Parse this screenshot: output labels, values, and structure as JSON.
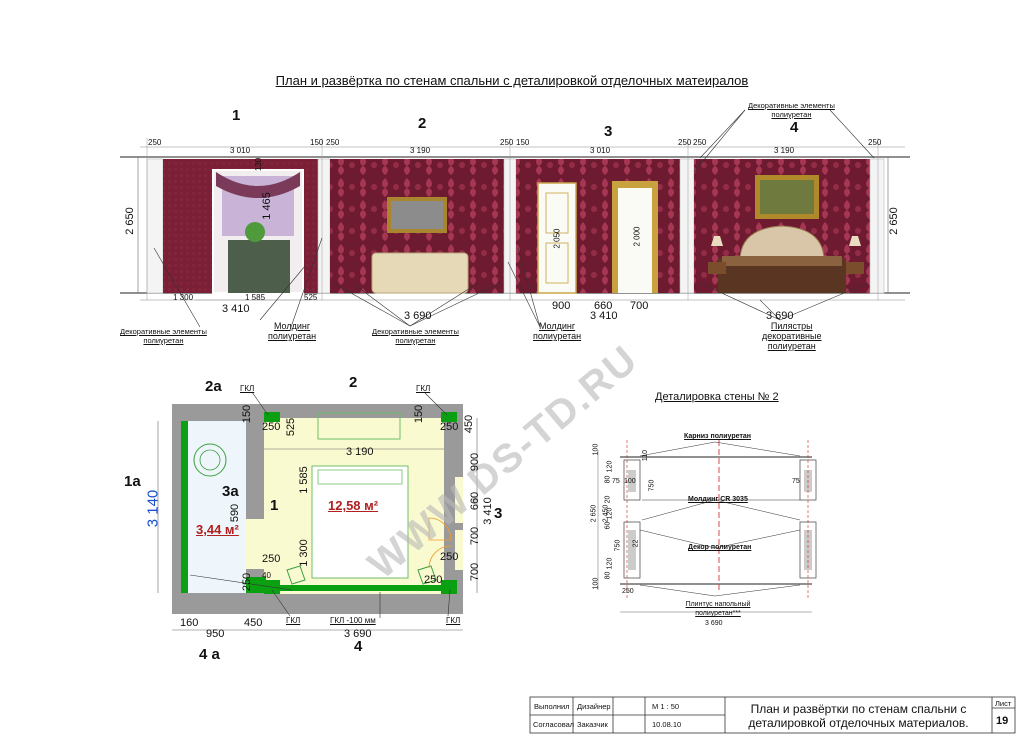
{
  "title": "План и  развёртка по стенам спальни  с  деталировкой отделочных матеиралов",
  "walls": {
    "w1": {
      "num": "1",
      "top_dims": [
        "250",
        "3 010",
        "150"
      ],
      "height_dim": "2 650",
      "window_h": "130",
      "window_dim": "1 465",
      "bottom_dims": [
        "1 300",
        "1 585",
        "525"
      ],
      "bottom_total": "3 410"
    },
    "w2": {
      "num": "2",
      "top_dims": [
        "250",
        "3 190",
        "250"
      ],
      "bottom_total": "3 690"
    },
    "w3": {
      "num": "3",
      "top_dims": [
        "150",
        "3 010",
        "250"
      ],
      "door1": "2 050",
      "door2": "2 000",
      "bottom_dims": [
        "900",
        "660",
        "700"
      ],
      "bottom_total": "3 410"
    },
    "w4": {
      "num": "4",
      "top_dims": [
        "250",
        "3 190",
        "250"
      ],
      "height_dim": "2 650",
      "bottom_total": "3 690"
    }
  },
  "elevation_notes": {
    "decor_top": [
      "Декоративные элементы",
      "полиуретан"
    ],
    "decor_left": [
      "Декоративные элементы",
      "полиуретан"
    ],
    "molding1": [
      "Молдинг",
      "полиуретан"
    ],
    "decor_mid": [
      "Декоративные элементы",
      "полиуретан"
    ],
    "molding2": [
      "Молдинг",
      "полиуретан"
    ],
    "pilasters": [
      "Пилястры",
      "декоративные",
      "полиуретан"
    ]
  },
  "watermark": "WWW.DS-TD.RU",
  "plan": {
    "labels": {
      "w2a": "2а",
      "w2": "2",
      "w1a": "1а",
      "w3a": "3а",
      "w1": "1",
      "w3": "3",
      "w4a": "4 а",
      "w4": "4"
    },
    "gkl": "ГКЛ",
    "gkl_bottom": "ГКЛ -100 мм",
    "area_small": "3,44 м²",
    "area_main": "12,58 м²",
    "dims": {
      "left_total": "3 140",
      "right_total": "3 410",
      "top_mid": "3 190",
      "bottom_total": "3 690",
      "bottom_parts": [
        "160",
        "950",
        "450"
      ],
      "d150": "150",
      "d250a": "250",
      "d525": "525",
      "d250b": "250",
      "d450": "450",
      "d1585": "1 585",
      "d590": "590",
      "d1300": "1 300",
      "d250c": "250",
      "d250d": "250",
      "d40": "40",
      "d900": "900",
      "d660": "660",
      "d700a": "700",
      "d700b": "700",
      "d250e": "250",
      "d250f": "250",
      "d150b": "150"
    }
  },
  "detail": {
    "title": "Деталировка стены № 2",
    "labels": [
      "Карниз полиуретан",
      "Молдинг CR 3035",
      "Декор полиуретан",
      "Плинтус напольный полиуретан***"
    ],
    "dims": [
      "100",
      "110",
      "120",
      "80",
      "75",
      "100",
      "75",
      "750",
      "20",
      "120",
      "2 650",
      "2 450",
      "60",
      "22",
      "750",
      "120",
      "80",
      "100",
      "250",
      "3 690"
    ]
  },
  "titleblock": {
    "r1": [
      "Выполнил",
      "Дизайнер",
      "",
      "М 1 : 50"
    ],
    "r2": [
      "Согласовал",
      "Заказчик",
      "",
      "10.08.10"
    ],
    "main": [
      "План и развёртки по стенам спальни с",
      "деталировкой отделочных материалов."
    ],
    "sheet_label": "Лист",
    "sheet_num": "19"
  },
  "colors": {
    "wallpaper": "#7a1f35",
    "pattern": "#c04a6a",
    "green": "#0aa012",
    "wall_gray": "#9a9a9a",
    "floor": "#fafad0",
    "blue": "#1a4fd0"
  }
}
